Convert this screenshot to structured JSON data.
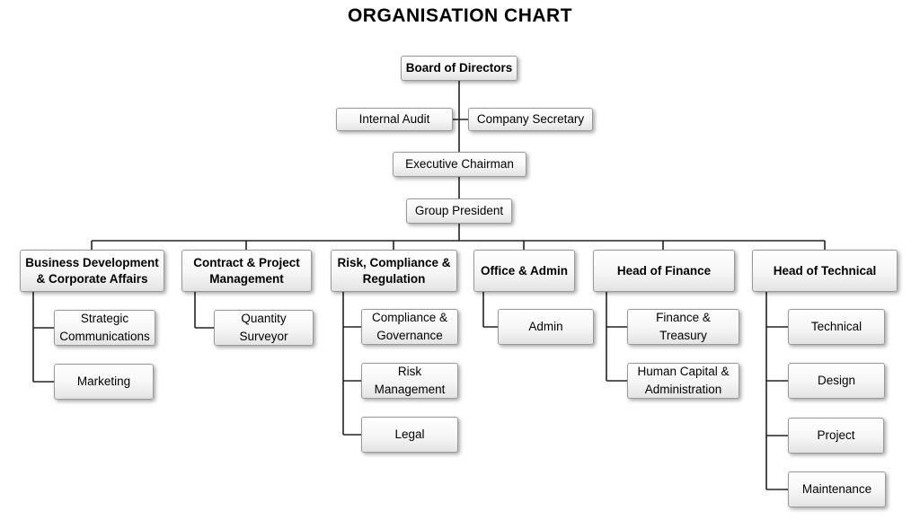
{
  "title": "ORGANISATION CHART",
  "top": {
    "board": {
      "label": "Board of Directors"
    },
    "internal_audit": {
      "label": "Internal Audit"
    },
    "company_secretary": {
      "label": "Company Secretary"
    },
    "executive_chairman": {
      "label": "Executive Chairman"
    },
    "group_president": {
      "label": "Group President"
    }
  },
  "departments": [
    {
      "label": "Business Development\n& Corporate Affairs",
      "children": [
        {
          "label": "Strategic\nCommunications"
        },
        {
          "label": "Marketing"
        }
      ]
    },
    {
      "label": "Contract & Project\nManagement",
      "children": [
        {
          "label": "Quantity\nSurveyor"
        }
      ]
    },
    {
      "label": "Risk, Compliance &\nRegulation",
      "children": [
        {
          "label": "Compliance &\nGovernance"
        },
        {
          "label": "Risk\nManagement"
        },
        {
          "label": "Legal"
        }
      ]
    },
    {
      "label": "Office & Admin",
      "children": [
        {
          "label": "Admin"
        }
      ]
    },
    {
      "label": "Head of Finance",
      "children": [
        {
          "label": "Finance &\nTreasury"
        },
        {
          "label": "Human Capital &\nAdministration"
        }
      ]
    },
    {
      "label": "Head of Technical",
      "children": [
        {
          "label": "Technical"
        },
        {
          "label": "Design"
        },
        {
          "label": "Project"
        },
        {
          "label": "Maintenance"
        }
      ]
    }
  ],
  "colors": {
    "line": "#222222",
    "box_border": "#9a9a9a",
    "text": "#000000",
    "background": "#ffffff"
  }
}
